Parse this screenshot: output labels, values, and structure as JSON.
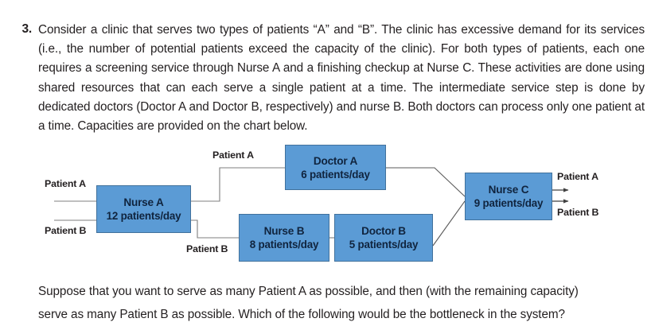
{
  "question": {
    "number": "3.",
    "body": "Consider a clinic that serves two types of patients “A” and “B”. The clinic has excessive demand for its services (i.e., the number of potential patients exceed the capacity of the clinic). For both types of patients, each one requires a screening service through Nurse A and a finishing checkup at Nurse C. These activities are done using shared resources that can each serve a single patient at a time. The intermediate service step is done by dedicated doctors (Doctor A and Doctor B, respectively) and nurse B. Both doctors can process only one patient at a time. Capacities are provided on the chart below.",
    "closing_line1": "Suppose that you want to serve as many Patient A as possible, and then (with the remaining capacity)",
    "closing_line2": "serve as many Patient B as possible. Which of the following would be the bottleneck in the system?"
  },
  "diagram": {
    "node_fill": "#5b9bd5",
    "node_border": "#41719c",
    "edge_color": "#7f7f7f",
    "nodes": [
      {
        "id": "nurse-a",
        "name": "Nurse A",
        "capacity": "12 patients/day"
      },
      {
        "id": "doctor-a",
        "name": "Doctor A",
        "capacity": "6 patients/day"
      },
      {
        "id": "nurse-b",
        "name": "Nurse B",
        "capacity": "8 patients/day"
      },
      {
        "id": "doctor-b",
        "name": "Doctor B",
        "capacity": "5 patients/day"
      },
      {
        "id": "nurse-c",
        "name": "Nurse C",
        "capacity": "9 patients/day"
      }
    ],
    "edge_labels": {
      "input_a": "Patient A",
      "input_b": "Patient B",
      "branch_a": "Patient A",
      "branch_b": "Patient B",
      "output_a": "Patient A",
      "output_b": "Patient B"
    }
  },
  "chart_data": {
    "type": "diagram",
    "title": "Clinic process flow with station capacities",
    "units": "patients/day",
    "stations": [
      {
        "name": "Nurse A",
        "capacity": 12,
        "serves": [
          "Patient A",
          "Patient B"
        ],
        "role": "screening"
      },
      {
        "name": "Doctor A",
        "capacity": 6,
        "serves": [
          "Patient A"
        ],
        "role": "intermediate"
      },
      {
        "name": "Nurse B",
        "capacity": 8,
        "serves": [
          "Patient B"
        ],
        "role": "intermediate"
      },
      {
        "name": "Doctor B",
        "capacity": 5,
        "serves": [
          "Patient B"
        ],
        "role": "intermediate"
      },
      {
        "name": "Nurse C",
        "capacity": 9,
        "serves": [
          "Patient A",
          "Patient B"
        ],
        "role": "finishing checkup"
      }
    ],
    "flows": [
      {
        "from": "Patient A (in)",
        "to": "Nurse A",
        "label": "Patient A"
      },
      {
        "from": "Patient B (in)",
        "to": "Nurse A",
        "label": "Patient B"
      },
      {
        "from": "Nurse A",
        "to": "Doctor A",
        "label": "Patient A"
      },
      {
        "from": "Nurse A",
        "to": "Nurse B",
        "label": "Patient B"
      },
      {
        "from": "Nurse B",
        "to": "Doctor B",
        "label": ""
      },
      {
        "from": "Doctor A",
        "to": "Nurse C",
        "label": ""
      },
      {
        "from": "Doctor B",
        "to": "Nurse C",
        "label": ""
      },
      {
        "from": "Nurse C",
        "to": "Patient A (out)",
        "label": "Patient A"
      },
      {
        "from": "Nurse C",
        "to": "Patient B (out)",
        "label": "Patient B"
      }
    ]
  }
}
